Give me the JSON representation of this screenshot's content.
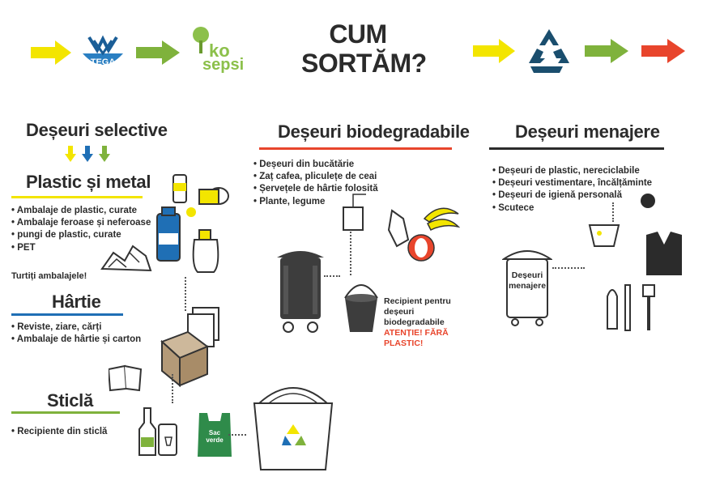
{
  "header": {
    "title_line1": "CUM",
    "title_line2": "SORTĂM?",
    "logo_tega": "TEGA",
    "logo_eko_1": "ko",
    "logo_eko_2": "sepsi"
  },
  "selective": {
    "heading": "Deșeuri selective",
    "plastic": {
      "heading": "Plastic și metal",
      "items": [
        "Ambalaje de plastic, curate",
        "Ambalaje feroase și neferoase",
        "pungi de plastic, curate",
        "PET"
      ],
      "note": "Turtiți ambalajele!"
    },
    "paper": {
      "heading": "Hârtie",
      "items": [
        "Reviste, ziare, cărți",
        "Ambalaje de hârtie și carton"
      ]
    },
    "glass": {
      "heading": "Sticlă",
      "items": [
        "Recipiente din sticlă"
      ],
      "bag_line1": "Sac",
      "bag_line2": "verde"
    }
  },
  "biodegradable": {
    "heading": "Deșeuri biodegradabile",
    "items": [
      "Deșeuri din bucătărie",
      "Zaț cafea, pliculețe de ceai",
      "Șervețele de hârtie folosită",
      "Plante, legume"
    ],
    "caption_line1": "Recipient pentru deșeuri",
    "caption_line2": "biodegradabile",
    "warning": "ATENȚIE! FĂRĂ PLASTIC!"
  },
  "household": {
    "heading": "Deșeuri menajere",
    "items": [
      "Deșeuri de plastic, nereciclabile",
      "Deșeuri vestimentare, încălțăminte",
      "Deșeuri de igienă personală",
      "Scutece"
    ],
    "bin_line1": "Deșeuri",
    "bin_line2": "menajere"
  },
  "colors": {
    "yellow": "#f3e500",
    "blue": "#1f6fb5",
    "green": "#7fb23c",
    "red": "#e8452c",
    "dark": "#2b2b2b",
    "teal": "#1a4e6e"
  }
}
